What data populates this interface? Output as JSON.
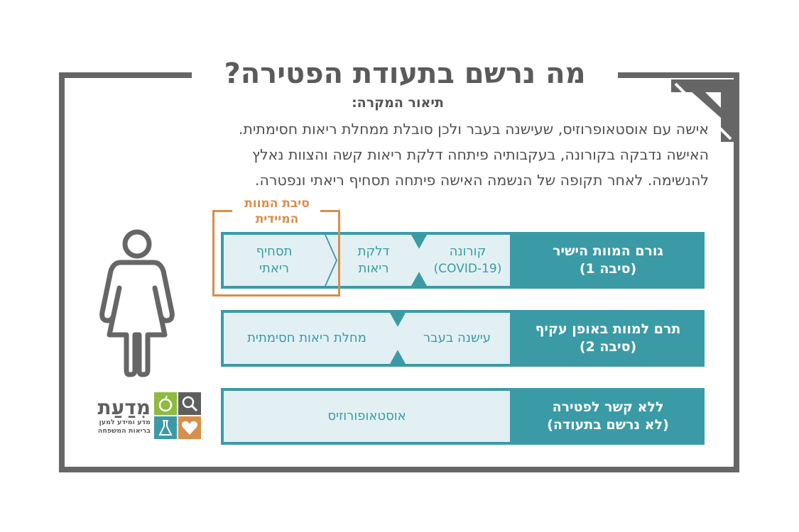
{
  "title": "מה נרשם בתעודת הפטירה?",
  "subtitle": "תיאור המקרה:",
  "description_lines": [
    "אישה עם אוסטאופרוזיס, שעישנה בעבר ולכן סובלת ממחלת ריאות חסימתית.",
    "האישה נדבקה בקורונה, בעקבותיה פיתחה דלקת ריאות קשה והצוות נאלץ",
    "להנשימה. לאחר תקופה של הנשמה האישה פיתחה תסחיף ריאתי ונפטרה."
  ],
  "immediate_cause": {
    "line1": "סיבת המוות",
    "line2": "המיידית"
  },
  "rows": [
    {
      "label1": "גורם המוות הישיר",
      "label2": "(סיבה 1)",
      "cells": [
        {
          "line1": "קורונה",
          "line2": "(COVID-19)"
        },
        {
          "line1": "דלקת",
          "line2": "ריאות"
        },
        {
          "line1": "תסחיף",
          "line2": "ריאתי"
        }
      ]
    },
    {
      "label1": "תרם למוות באופן עקיף",
      "label2": "(סיבה 2)",
      "cells": [
        {
          "line1": "עישנה בעבר"
        },
        {
          "line1": "מחלת ריאות חסימתית"
        }
      ]
    },
    {
      "label1": "ללא קשר לפטירה",
      "label2": "(לא נרשם בתעודה)",
      "cells": [
        {
          "line1": "אוסטאופורוזיס"
        }
      ]
    }
  ],
  "logo": {
    "name": "מִדַעַת",
    "tagline1": "מדע ומידע למען",
    "tagline2": "בריאות המשפחה"
  },
  "colors": {
    "teal": "#3a9ba6",
    "cell_bg": "#e2f0f3",
    "orange": "#d98e4a",
    "frame": "#666666",
    "text": "#505050"
  }
}
